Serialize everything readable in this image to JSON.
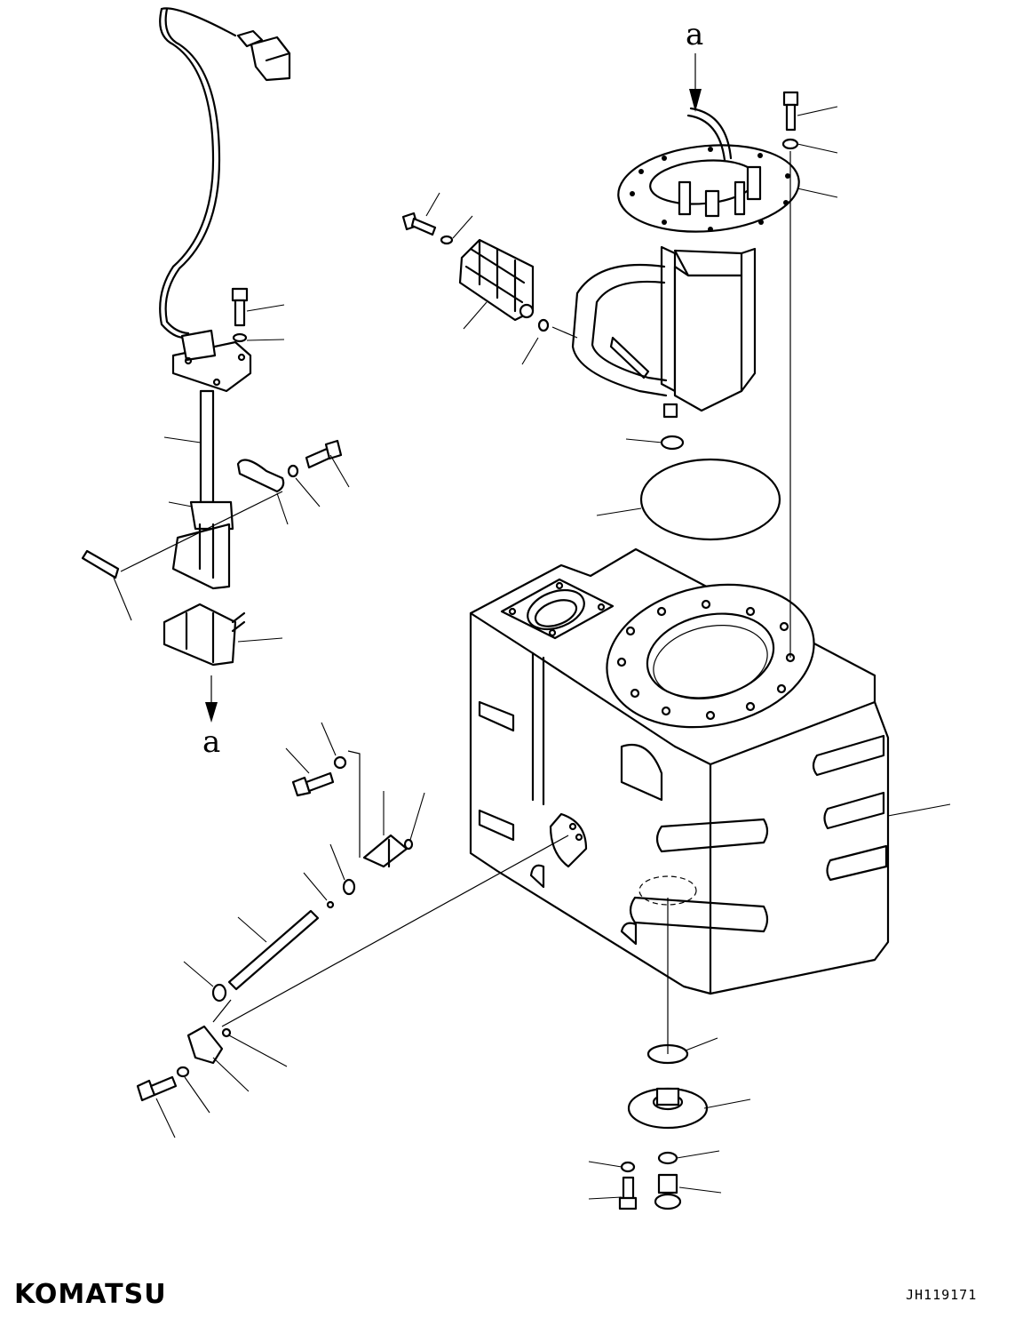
{
  "view_labels": {
    "top": "a",
    "bottom": "a"
  },
  "brand": "KOMATSU",
  "drawing_code": "JH119171",
  "colors": {
    "line": "#000000",
    "paper": "#ffffff"
  }
}
